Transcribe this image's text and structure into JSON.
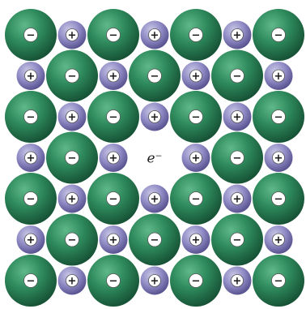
{
  "diagram": {
    "anion_symbol": "−",
    "cation_symbol": "+",
    "electron_label": "e⁻",
    "colors": {
      "anion_light": "#5fb88a",
      "anion_mid": "#2e8a5c",
      "anion_dark": "#134a30",
      "cation_light": "#c9c6e6",
      "cation_mid": "#8f8ac4",
      "cation_dark": "#4e4986",
      "badge": "#ffffff",
      "badge_stroke": "#555555",
      "symbol": "#1a1a1a"
    },
    "rows": [
      [
        "anion",
        "cation",
        "anion",
        "cation",
        "anion",
        "cation",
        "anion"
      ],
      [
        "cation",
        "anion",
        "cation",
        "anion",
        "cation",
        "anion",
        "cation"
      ],
      [
        "anion",
        "cation",
        "anion",
        "cation",
        "anion",
        "cation",
        "anion"
      ],
      [
        "cation",
        "anion",
        "cation",
        "electron",
        "cation",
        "anion",
        "cation"
      ],
      [
        "anion",
        "cation",
        "anion",
        "cation",
        "anion",
        "cation",
        "anion"
      ],
      [
        "cation",
        "anion",
        "cation",
        "anion",
        "cation",
        "anion",
        "cation"
      ],
      [
        "anion",
        "cation",
        "anion",
        "cation",
        "anion",
        "cation",
        "anion"
      ]
    ]
  }
}
